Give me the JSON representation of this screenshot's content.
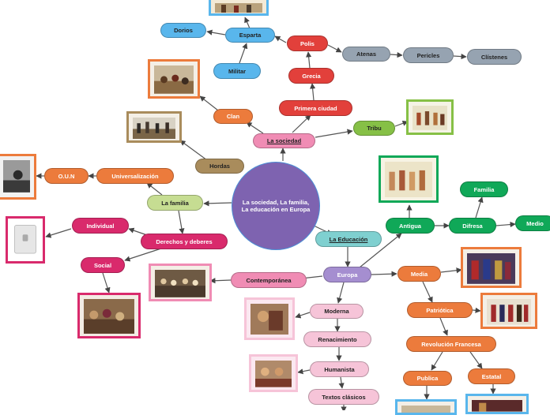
{
  "center": {
    "line1": "La sociedad, La familia,",
    "line2": "La educación en Europa"
  },
  "nodes": {
    "dorios": "Dorios",
    "esparta": "Esparta",
    "polis": "Polis",
    "atenas": "Atenas",
    "pericles": "Pericles",
    "clistenes": "Clístenes",
    "militar": "Militar",
    "grecia": "Grecia",
    "primera_ciudad": "Primera ciudad",
    "clan": "Clan",
    "la_sociedad": "La sociedad",
    "tribu": "Tribu",
    "hordas": "Hordas",
    "oun": "O.U.N",
    "universalizacion": "Universalización",
    "la_familia": "La familia",
    "individual": "Individual",
    "derechos": "Derechos y deberes",
    "social": "Social",
    "la_educacion": "La Educación",
    "antigua": "Antigua",
    "familia": "Familia",
    "difresa": "Difresa",
    "medio": "Medio",
    "europa": "Europa",
    "media": "Media",
    "contemporanea": "Contemporánea",
    "moderna": "Moderna",
    "patriotica": "Patriótica",
    "renacimiento": "Renacimiento",
    "revolucion": "Revolución Francesa",
    "humanista": "Humanista",
    "publica": "Publica",
    "estatal": "Estatal",
    "textos": "Textos clásicos"
  },
  "colors": {
    "blue": "#59b6ec",
    "red": "#e2403b",
    "gray": "#96a3b1",
    "orange": "#ec7b3c",
    "pink": "#f08cb4",
    "green": "#86c046",
    "tan": "#a98c5c",
    "lime": "#c6dd92",
    "magenta": "#d92a6c",
    "teal": "#7fd0d0",
    "dark_green": "#10a858",
    "lavender": "#a58ed0",
    "light_pink": "#f6c4d8",
    "center": "#7e63b0",
    "edge": "#444444"
  }
}
